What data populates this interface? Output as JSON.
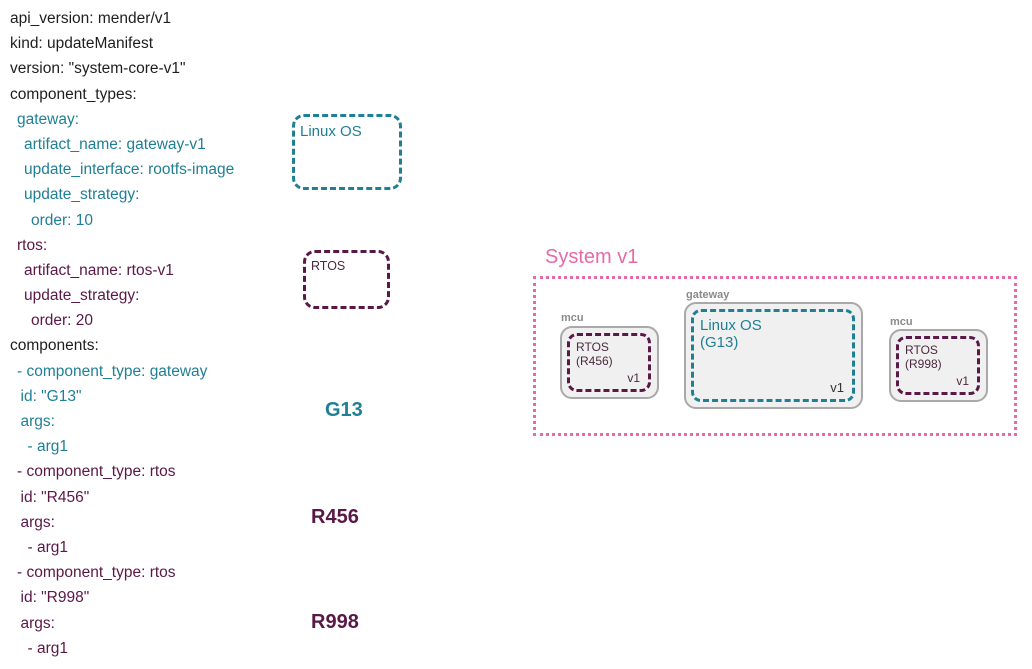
{
  "manifest": {
    "lines": [
      {
        "indent": 0,
        "text": "api_version: mender/v1",
        "tone": "dark"
      },
      {
        "indent": 0,
        "text": "kind: updateManifest",
        "tone": "dark"
      },
      {
        "indent": 0,
        "text": "version: \"system-core-v1\"",
        "tone": "dark"
      },
      {
        "indent": 0,
        "text": "component_types:",
        "tone": "dark"
      },
      {
        "indent": 1,
        "text": "gateway:",
        "tone": "teal"
      },
      {
        "indent": 2,
        "text": "artifact_name: gateway-v1",
        "tone": "teal"
      },
      {
        "indent": 2,
        "text": "update_interface: rootfs-image",
        "tone": "teal"
      },
      {
        "indent": 2,
        "text": "update_strategy:",
        "tone": "teal"
      },
      {
        "indent": 3,
        "text": "order: 10",
        "tone": "teal"
      },
      {
        "indent": 1,
        "text": "rtos:",
        "tone": "plum"
      },
      {
        "indent": 2,
        "text": "artifact_name: rtos-v1",
        "tone": "plum"
      },
      {
        "indent": 2,
        "text": "update_strategy:",
        "tone": "plum"
      },
      {
        "indent": 3,
        "text": "order: 20",
        "tone": "plum"
      },
      {
        "indent": 0,
        "text": "components:",
        "tone": "dark"
      },
      {
        "indent": 1,
        "text": "- component_type: gateway",
        "tone": "teal"
      },
      {
        "indent": 1.5,
        "text": "id: \"G13\"",
        "tone": "teal"
      },
      {
        "indent": 1.5,
        "text": "args:",
        "tone": "teal"
      },
      {
        "indent": 2.5,
        "text": "- arg1",
        "tone": "teal"
      },
      {
        "indent": 1,
        "text": "- component_type: rtos",
        "tone": "plum"
      },
      {
        "indent": 1.5,
        "text": "id: \"R456\"",
        "tone": "plum"
      },
      {
        "indent": 1.5,
        "text": "args:",
        "tone": "plum"
      },
      {
        "indent": 2.5,
        "text": "- arg1",
        "tone": "plum"
      },
      {
        "indent": 1,
        "text": "- component_type: rtos",
        "tone": "plum"
      },
      {
        "indent": 1.5,
        "text": "id: \"R998\"",
        "tone": "plum"
      },
      {
        "indent": 1.5,
        "text": "args:",
        "tone": "plum"
      },
      {
        "indent": 2.5,
        "text": "- arg1",
        "tone": "plum"
      }
    ]
  },
  "legend": {
    "linux_os": "Linux OS",
    "rtos": "RTOS"
  },
  "component_ids": {
    "g13": "G13",
    "r456": "R456",
    "r998": "R998"
  },
  "system": {
    "title": "System v1",
    "nodes": {
      "mcu_left": {
        "tag": "mcu",
        "line1": "RTOS",
        "line2": "(R456)",
        "version": "v1"
      },
      "gateway": {
        "tag": "gateway",
        "line1": "Linux OS",
        "line2": "(G13)",
        "version": "v1"
      },
      "mcu_right": {
        "tag": "mcu",
        "line1": "RTOS",
        "line2": "(R998)",
        "version": "v1"
      }
    }
  },
  "colors": {
    "gateway_teal": "#1f7f94",
    "rtos_plum": "#5a1846",
    "system_pink": "#e66aa8",
    "node_gray": "#a9a9a9",
    "text_dark": "#1e1e1e"
  }
}
